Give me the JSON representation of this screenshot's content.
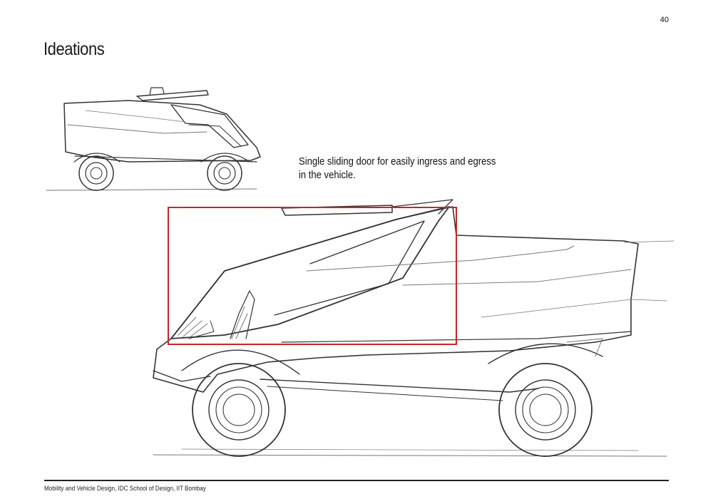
{
  "page": {
    "number": "40",
    "title": "Ideations",
    "caption": "Single sliding door for easily ingress and egress in the vehicle.",
    "footer": "Mobility and Vehicle Design, IDC School of Design, IIT Bombay"
  },
  "colors": {
    "highlight": "#c8242b",
    "rule": "#222222",
    "ink": "#333333"
  }
}
